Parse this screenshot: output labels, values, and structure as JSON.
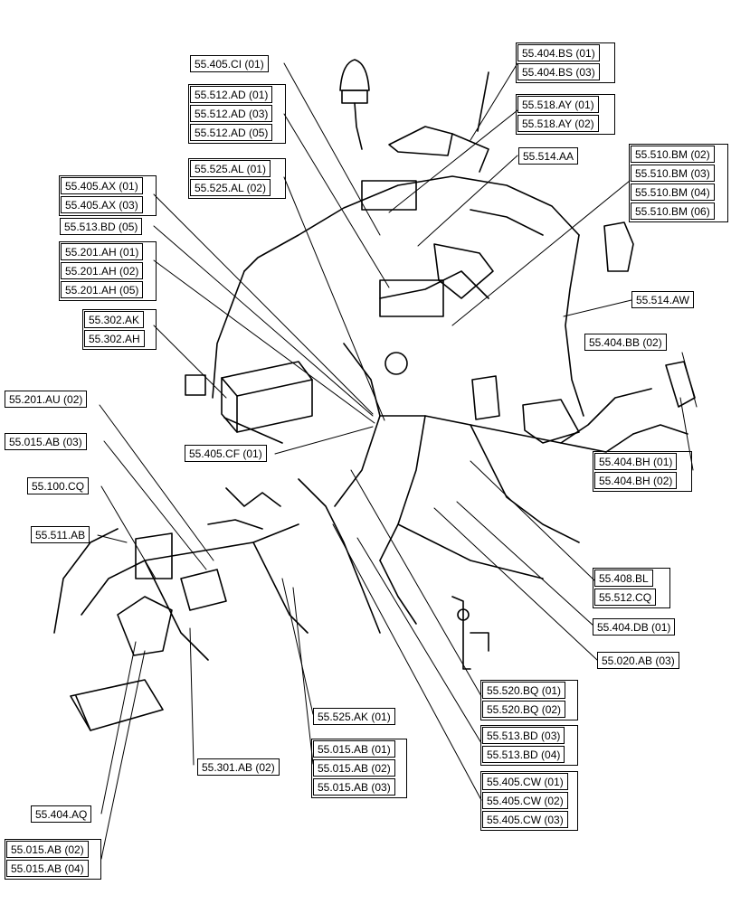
{
  "colors": {
    "line": "#000000",
    "background": "#ffffff"
  },
  "labels": {
    "ci01": "55.405.CI (01)",
    "ad01": "55.512.AD (01)",
    "ad03": "55.512.AD (03)",
    "ad05": "55.512.AD (05)",
    "al01": "55.525.AL (01)",
    "al02": "55.525.AL (02)",
    "ax01": "55.405.AX (01)",
    "ax03": "55.405.AX (03)",
    "bd05": "55.513.BD (05)",
    "ah01": "55.201.AH (01)",
    "ah02": "55.201.AH (02)",
    "ah05": "55.201.AH (05)",
    "ak302": "55.302.AK",
    "ah302": "55.302.AH",
    "au02": "55.201.AU (02)",
    "ab03_015": "55.015.AB (03)",
    "cq100": "55.100.CQ",
    "ab511": "55.511.AB",
    "bs01": "55.404.BS (01)",
    "bs03": "55.404.BS (03)",
    "ay01": "55.518.AY (01)",
    "ay02": "55.518.AY (02)",
    "aa514": "55.514.AA",
    "bm02": "55.510.BM (02)",
    "bm03": "55.510.BM (03)",
    "bm04": "55.510.BM (04)",
    "bm06": "55.510.BM (06)",
    "aw514": "55.514.AW",
    "bb02": "55.404.BB (02)",
    "cf01": "55.405.CF (01)",
    "bh01": "55.404.BH (01)",
    "bh02": "55.404.BH (02)",
    "bl408": "55.408.BL",
    "cq512": "55.512.CQ",
    "db01": "55.404.DB (01)",
    "ab03_020": "55.020.AB (03)",
    "bq01": "55.520.BQ (01)",
    "bq02": "55.520.BQ (02)",
    "ak01": "55.525.AK (01)",
    "bd03": "55.513.BD (03)",
    "bd04": "55.513.BD (04)",
    "ab01_015b": "55.015.AB (01)",
    "ab02_015b": "55.015.AB (02)",
    "ab03_015b": "55.015.AB (03)",
    "ab02_301": "55.301.AB (02)",
    "cw01": "55.405.CW (01)",
    "cw02": "55.405.CW (02)",
    "cw03": "55.405.CW (03)",
    "aq404": "55.404.AQ",
    "ab02_015c": "55.015.AB (02)",
    "ab04_015c": "55.015.AB (04)"
  }
}
